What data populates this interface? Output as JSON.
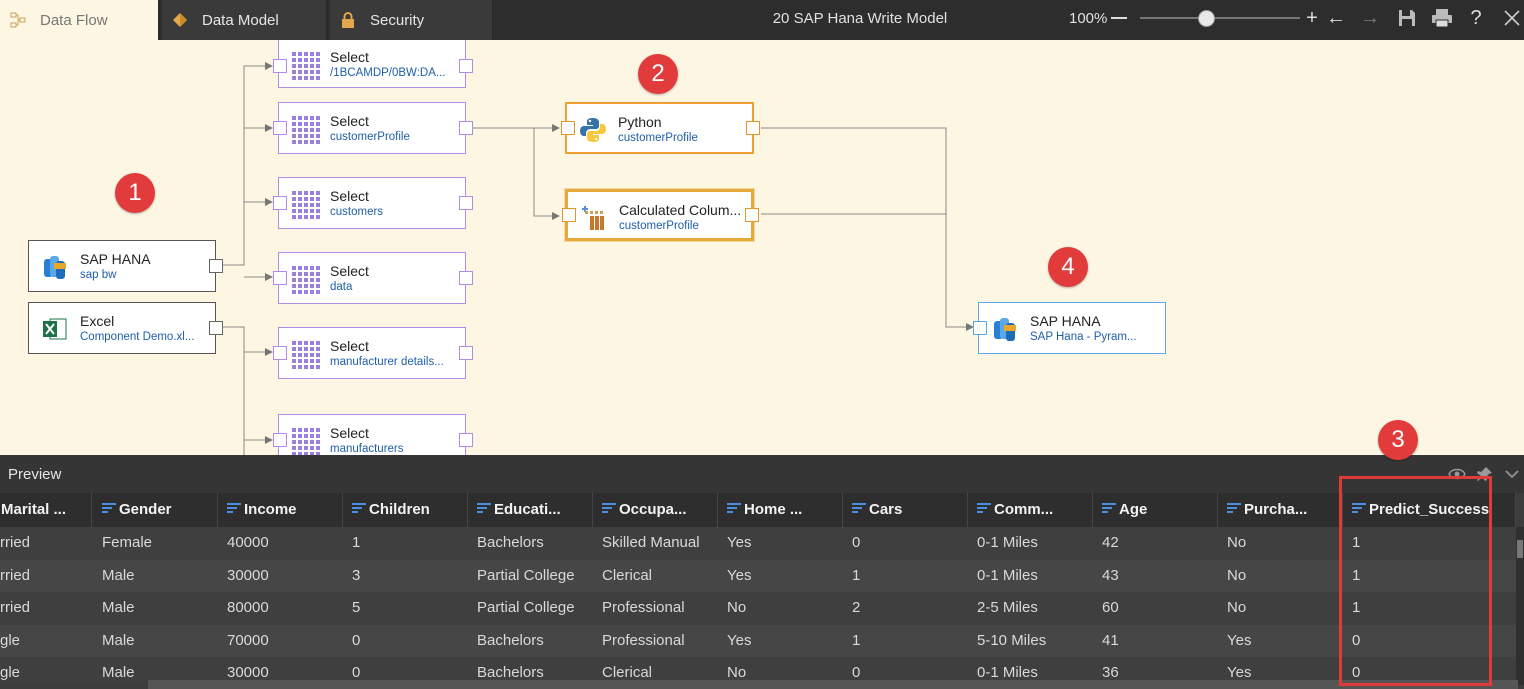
{
  "tabs": [
    {
      "label": "Data Flow",
      "icon": "data-flow-icon"
    },
    {
      "label": "Data Model",
      "icon": "data-model-icon"
    },
    {
      "label": "Security",
      "icon": "lock-icon"
    }
  ],
  "model_title": "20 SAP Hana Write Model",
  "zoom": {
    "level": "100%",
    "value_percent": 100
  },
  "toolbar_icons": [
    "zoom-out-icon",
    "zoom-in-icon",
    "undo-icon",
    "redo-icon",
    "save-icon",
    "print-icon",
    "help-icon",
    "close-icon"
  ],
  "badges": [
    "1",
    "2",
    "3",
    "4"
  ],
  "nodes": {
    "sap_hana_source": {
      "title": "SAP HANA",
      "subtitle": "sap bw"
    },
    "excel_source": {
      "title": "Excel",
      "subtitle": "Component Demo.xl..."
    },
    "select_1": {
      "title": "Select",
      "subtitle": "/1BCAMDP/0BW:DA..."
    },
    "select_2": {
      "title": "Select",
      "subtitle": "customerProfile"
    },
    "select_3": {
      "title": "Select",
      "subtitle": "customers"
    },
    "select_4": {
      "title": "Select",
      "subtitle": "data"
    },
    "select_5": {
      "title": "Select",
      "subtitle": "manufacturer details..."
    },
    "select_6": {
      "title": "Select",
      "subtitle": "manufacturers"
    },
    "python": {
      "title": "Python",
      "subtitle": "customerProfile"
    },
    "calculated": {
      "title": "Calculated Colum...",
      "subtitle": "customerProfile"
    },
    "sap_hana_target": {
      "title": "SAP HANA",
      "subtitle": "SAP Hana - Pyram..."
    }
  },
  "preview": {
    "title": "Preview",
    "columns": [
      "Marital ...",
      "Gender",
      "Income",
      "Children",
      "Educati...",
      "Occupa...",
      "Home ...",
      "Cars",
      "Comm...",
      "Age",
      "Purcha...",
      "Predict_Success"
    ],
    "rows": [
      [
        "rried",
        "Female",
        "40000",
        "1",
        "Bachelors",
        "Skilled Manual",
        "Yes",
        "0",
        "0-1 Miles",
        "42",
        "No",
        "1"
      ],
      [
        "rried",
        "Male",
        "30000",
        "3",
        "Partial College",
        "Clerical",
        "Yes",
        "1",
        "0-1 Miles",
        "43",
        "No",
        "1"
      ],
      [
        "rried",
        "Male",
        "80000",
        "5",
        "Partial College",
        "Professional",
        "No",
        "2",
        "2-5 Miles",
        "60",
        "No",
        "1"
      ],
      [
        "gle",
        "Male",
        "70000",
        "0",
        "Bachelors",
        "Professional",
        "Yes",
        "1",
        "5-10 Miles",
        "41",
        "Yes",
        "0"
      ],
      [
        "gle",
        "Male",
        "30000",
        "0",
        "Bachelors",
        "Clerical",
        "No",
        "0",
        "0-1 Miles",
        "36",
        "Yes",
        "0"
      ]
    ]
  },
  "colors": {
    "accent_red": "#e23b3b",
    "select_border": "#b18be8",
    "python_border": "#f0a030",
    "target_border": "#5aa9e6",
    "field_icon": "#4a8fe0"
  }
}
